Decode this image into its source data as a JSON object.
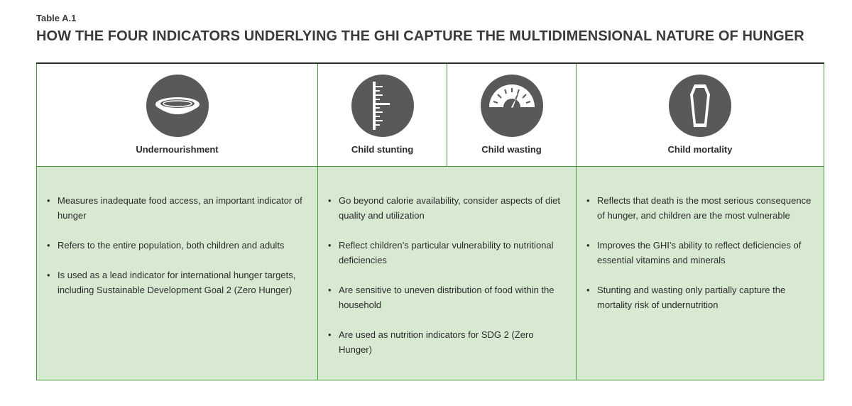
{
  "table_label": "Table A.1",
  "title": "HOW THE FOUR INDICATORS UNDERLYING THE GHI CAPTURE THE MULTIDIMENSIONAL NATURE OF HUNGER",
  "colors": {
    "accent_green": "#4a9a3c",
    "body_fill": "#d8e9d2",
    "icon_fill": "#595959"
  },
  "indicators": [
    {
      "label": "Undernourishment",
      "icon": "bowl-icon"
    },
    {
      "label": "Child stunting",
      "icon": "height-ruler-icon"
    },
    {
      "label": "Child wasting",
      "icon": "weighing-scale-icon"
    },
    {
      "label": "Child mortality",
      "icon": "coffin-icon"
    }
  ],
  "columns": [
    {
      "bullets": [
        "Measures inadequate food access, an important indicator of hunger",
        "Refers to the entire population, both children and adults",
        "Is used as a lead indicator for international hunger targets, including Sustainable Development Goal 2 (Zero Hunger)"
      ]
    },
    {
      "bullets": [
        "Go beyond calorie availability, consider aspects of diet quality and utilization",
        "Reflect children’s particular vulnerability to nutritional deficiencies",
        "Are sensitive to uneven distribution of food within the household",
        "Are used as nutrition indicators for SDG 2 (Zero Hunger)"
      ]
    },
    {
      "bullets": [
        "Reflects that death is the most serious consequence of hunger, and children are the most vulnerable",
        "Improves the GHI’s ability to reflect deficiencies of essential vitamins and minerals",
        "Stunting and wasting only partially capture the mortality risk of undernutrition"
      ]
    }
  ]
}
